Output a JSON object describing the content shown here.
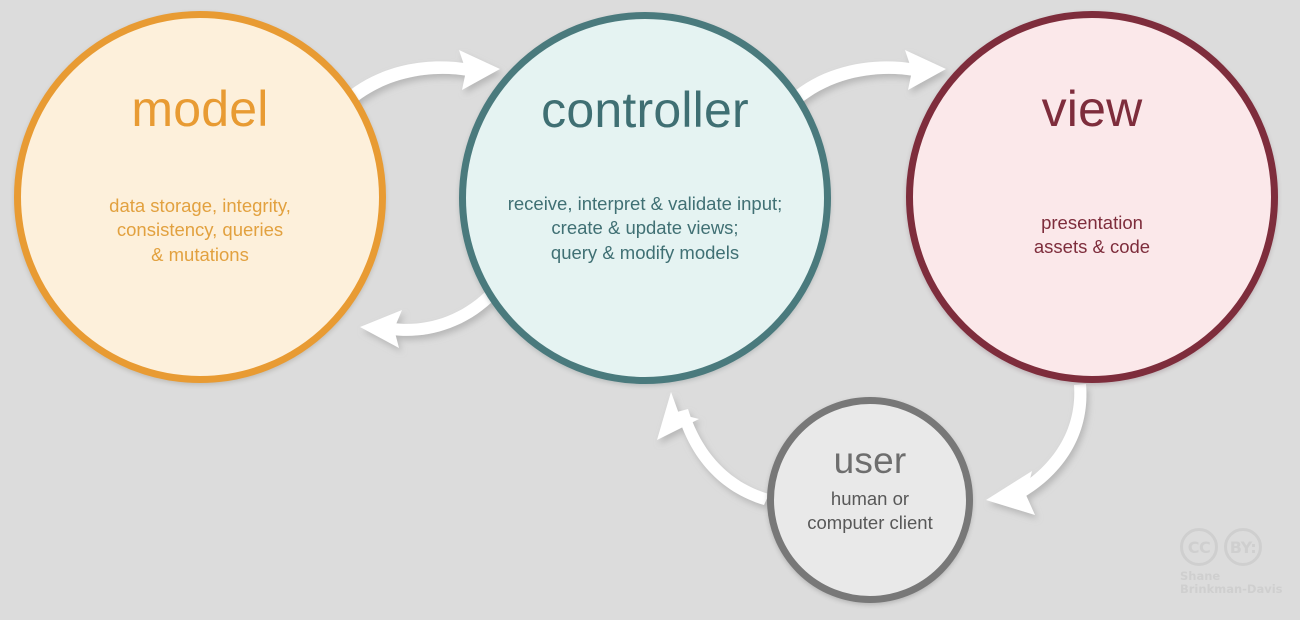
{
  "background_color": "#dcdcdc",
  "diagram": {
    "type": "cycle-diagram",
    "nodes": [
      {
        "id": "model",
        "title": "model",
        "description": "data storage, integrity,\nconsistency, queries\n& mutations",
        "fill_color": "#fdf0db",
        "border_color": "#e89b33",
        "text_color": "#e89b33"
      },
      {
        "id": "controller",
        "title": "controller",
        "description": "receive, interpret & validate input;\ncreate & update views;\nquery & modify models",
        "fill_color": "#e5f3f2",
        "border_color": "#4a7a7d",
        "text_color": "#3f6f73"
      },
      {
        "id": "view",
        "title": "view",
        "description": "presentation\nassets & code",
        "fill_color": "#fbe8ea",
        "border_color": "#7e2d3c",
        "text_color": "#7e2d3c"
      },
      {
        "id": "user",
        "title": "user",
        "description": "human or\ncomputer client",
        "fill_color": "#e9e9e9",
        "border_color": "#787878",
        "text_color": "#6e6e6e"
      }
    ],
    "edges": [
      {
        "from": "model",
        "to": "controller",
        "label": ""
      },
      {
        "from": "controller",
        "to": "model",
        "label": ""
      },
      {
        "from": "controller",
        "to": "view",
        "label": ""
      },
      {
        "from": "view",
        "to": "user",
        "label": ""
      },
      {
        "from": "user",
        "to": "controller",
        "label": ""
      }
    ],
    "arrow_color": "#ffffff"
  },
  "attribution": {
    "cc_label": "CC",
    "by_label": "BY:",
    "credit": "Shane\nBrinkman-Davis"
  }
}
